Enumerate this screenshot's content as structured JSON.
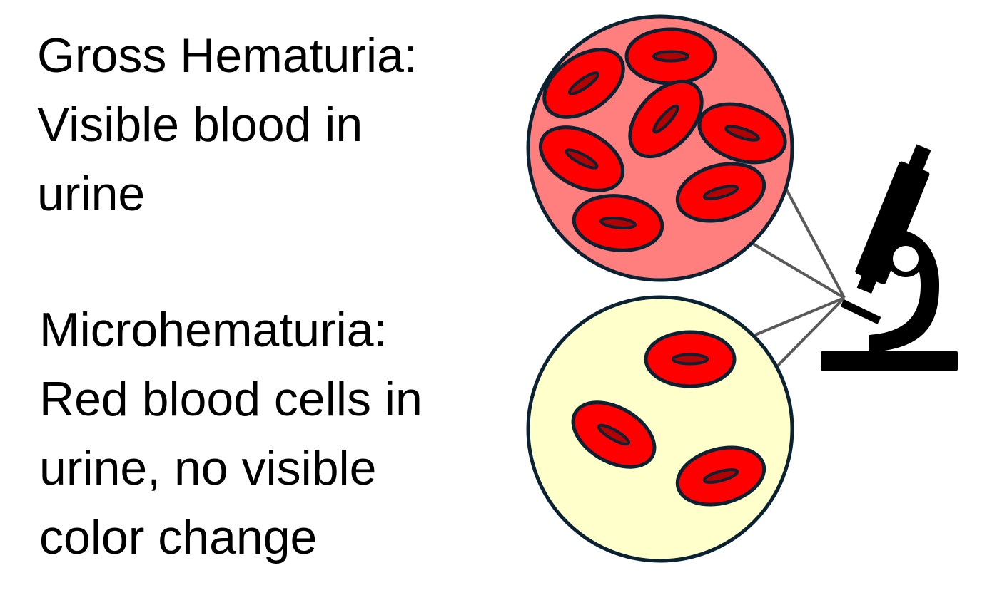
{
  "gross": {
    "lines": [
      "Gross Hematuria:",
      "Visible blood in",
      "urine"
    ]
  },
  "micro": {
    "lines": [
      "Microhematuria:",
      "Red blood cells in",
      "urine, no visible",
      "color change"
    ]
  },
  "colors": {
    "gross_field": "#ff7f7f",
    "micro_field": "#ffffcc",
    "cell_fill": "#ff0000",
    "cell_center": "#b30000",
    "outline": "#0b2233",
    "pointer_lines": "#595959",
    "microscope": "#000000"
  },
  "icons": [
    "red-blood-cell-icon",
    "microscope-icon"
  ]
}
